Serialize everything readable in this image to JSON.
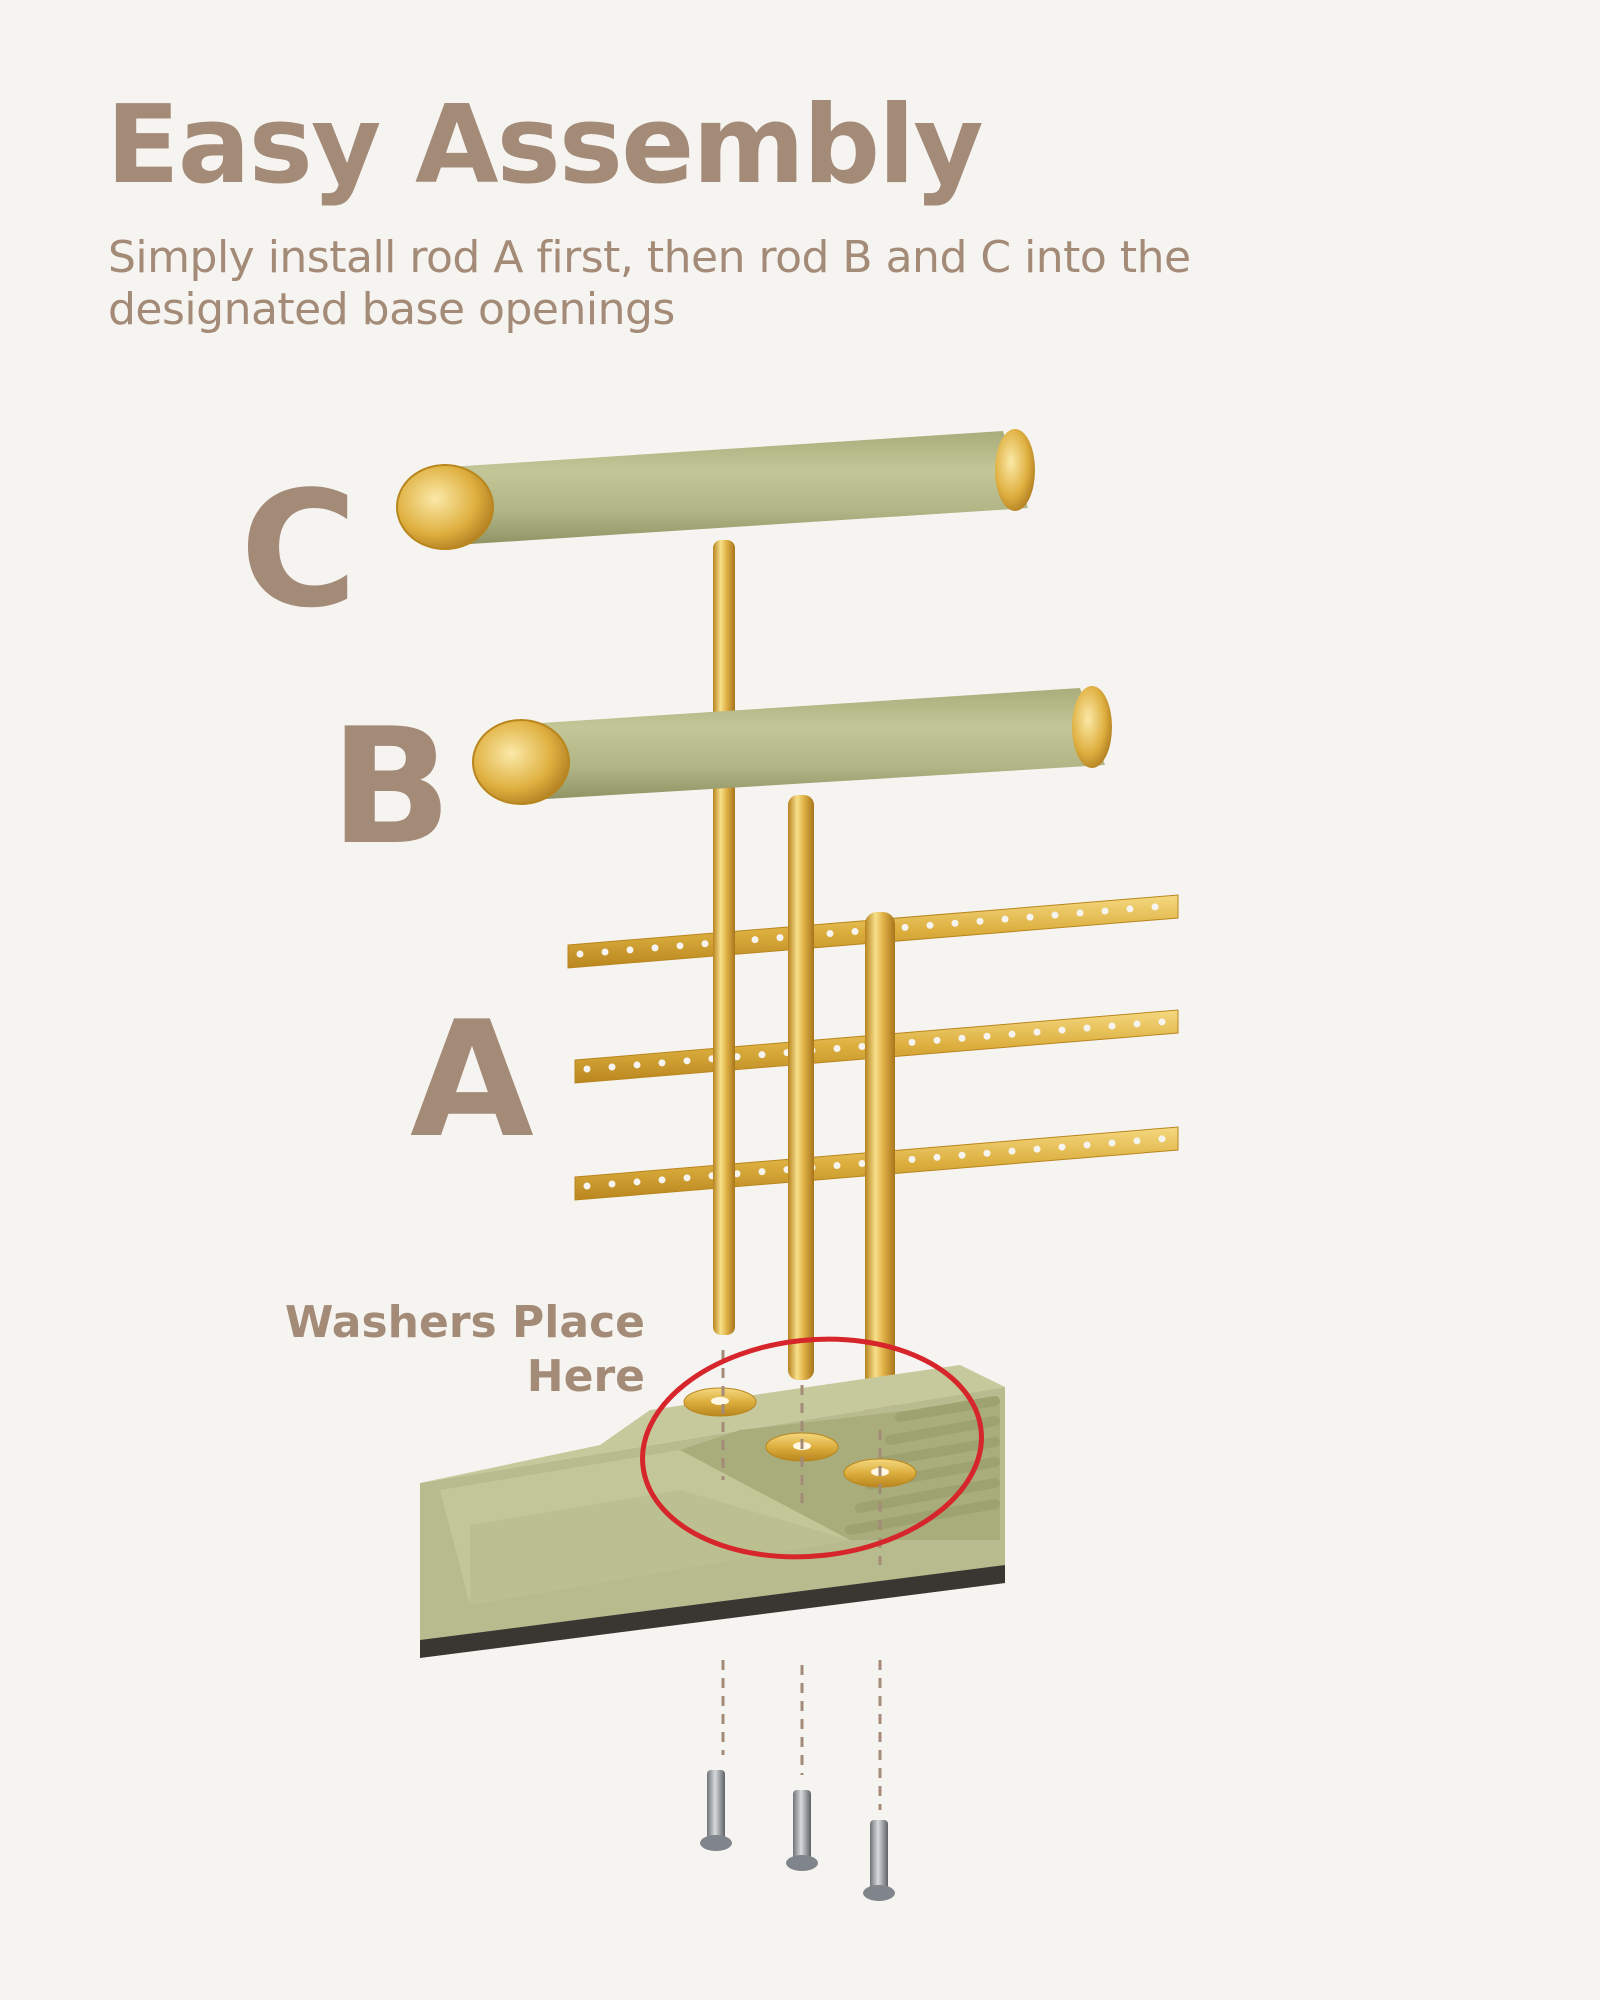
{
  "header": {
    "title": "Easy Assembly",
    "subtitle": "Simply install rod A first, then rod B and C into the designated base openings"
  },
  "labels": {
    "rod_c": "C",
    "rod_b": "B",
    "rod_a": "A",
    "washers": "Washers Place\nHere"
  },
  "colors": {
    "text": "#a48b78",
    "sage": "#b6b98a",
    "gold": "#d9ac3c",
    "highlight_circle": "#d6262b",
    "background": "#f6f4f1"
  }
}
